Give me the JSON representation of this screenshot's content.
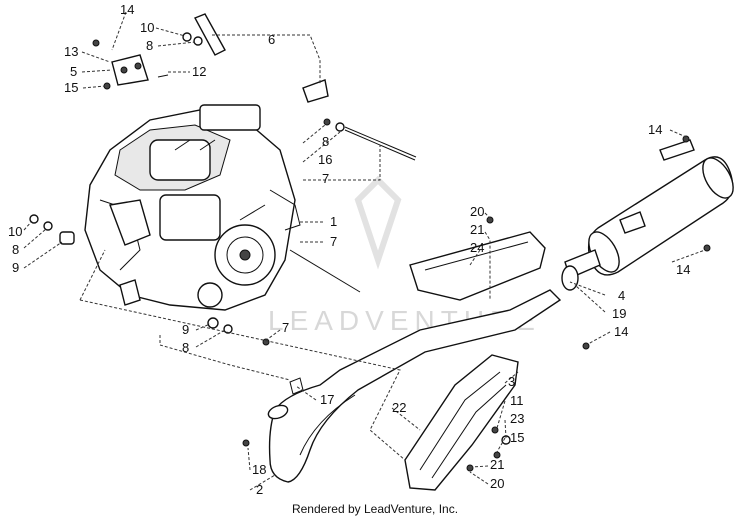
{
  "watermark": {
    "text": "LEADVENTURE"
  },
  "footer": {
    "text": "Rendered by LeadVenture, Inc."
  },
  "callouts": [
    {
      "id": "c14a",
      "label": "14"
    },
    {
      "id": "c10a",
      "label": "10"
    },
    {
      "id": "c8a",
      "label": "8"
    },
    {
      "id": "c6",
      "label": "6"
    },
    {
      "id": "c13",
      "label": "13"
    },
    {
      "id": "c5",
      "label": "5"
    },
    {
      "id": "c12",
      "label": "12"
    },
    {
      "id": "c15a",
      "label": "15"
    },
    {
      "id": "c8b",
      "label": "8"
    },
    {
      "id": "c16",
      "label": "16"
    },
    {
      "id": "c7a",
      "label": "7"
    },
    {
      "id": "c14b",
      "label": "14"
    },
    {
      "id": "c10b",
      "label": "10"
    },
    {
      "id": "c8c",
      "label": "8"
    },
    {
      "id": "c9a",
      "label": "9"
    },
    {
      "id": "c1",
      "label": "1"
    },
    {
      "id": "c7b",
      "label": "7"
    },
    {
      "id": "c20a",
      "label": "20"
    },
    {
      "id": "c21a",
      "label": "21"
    },
    {
      "id": "c24",
      "label": "24"
    },
    {
      "id": "c14c",
      "label": "14"
    },
    {
      "id": "c4",
      "label": "4"
    },
    {
      "id": "c19",
      "label": "19"
    },
    {
      "id": "c14d",
      "label": "14"
    },
    {
      "id": "c9b",
      "label": "9"
    },
    {
      "id": "c7c",
      "label": "7"
    },
    {
      "id": "c8d",
      "label": "8"
    },
    {
      "id": "c3",
      "label": "3"
    },
    {
      "id": "c17",
      "label": "17"
    },
    {
      "id": "c11",
      "label": "11"
    },
    {
      "id": "c22",
      "label": "22"
    },
    {
      "id": "c23",
      "label": "23"
    },
    {
      "id": "c15b",
      "label": "15"
    },
    {
      "id": "c18",
      "label": "18"
    },
    {
      "id": "c21b",
      "label": "21"
    },
    {
      "id": "c2",
      "label": "2"
    },
    {
      "id": "c20b",
      "label": "20"
    }
  ]
}
